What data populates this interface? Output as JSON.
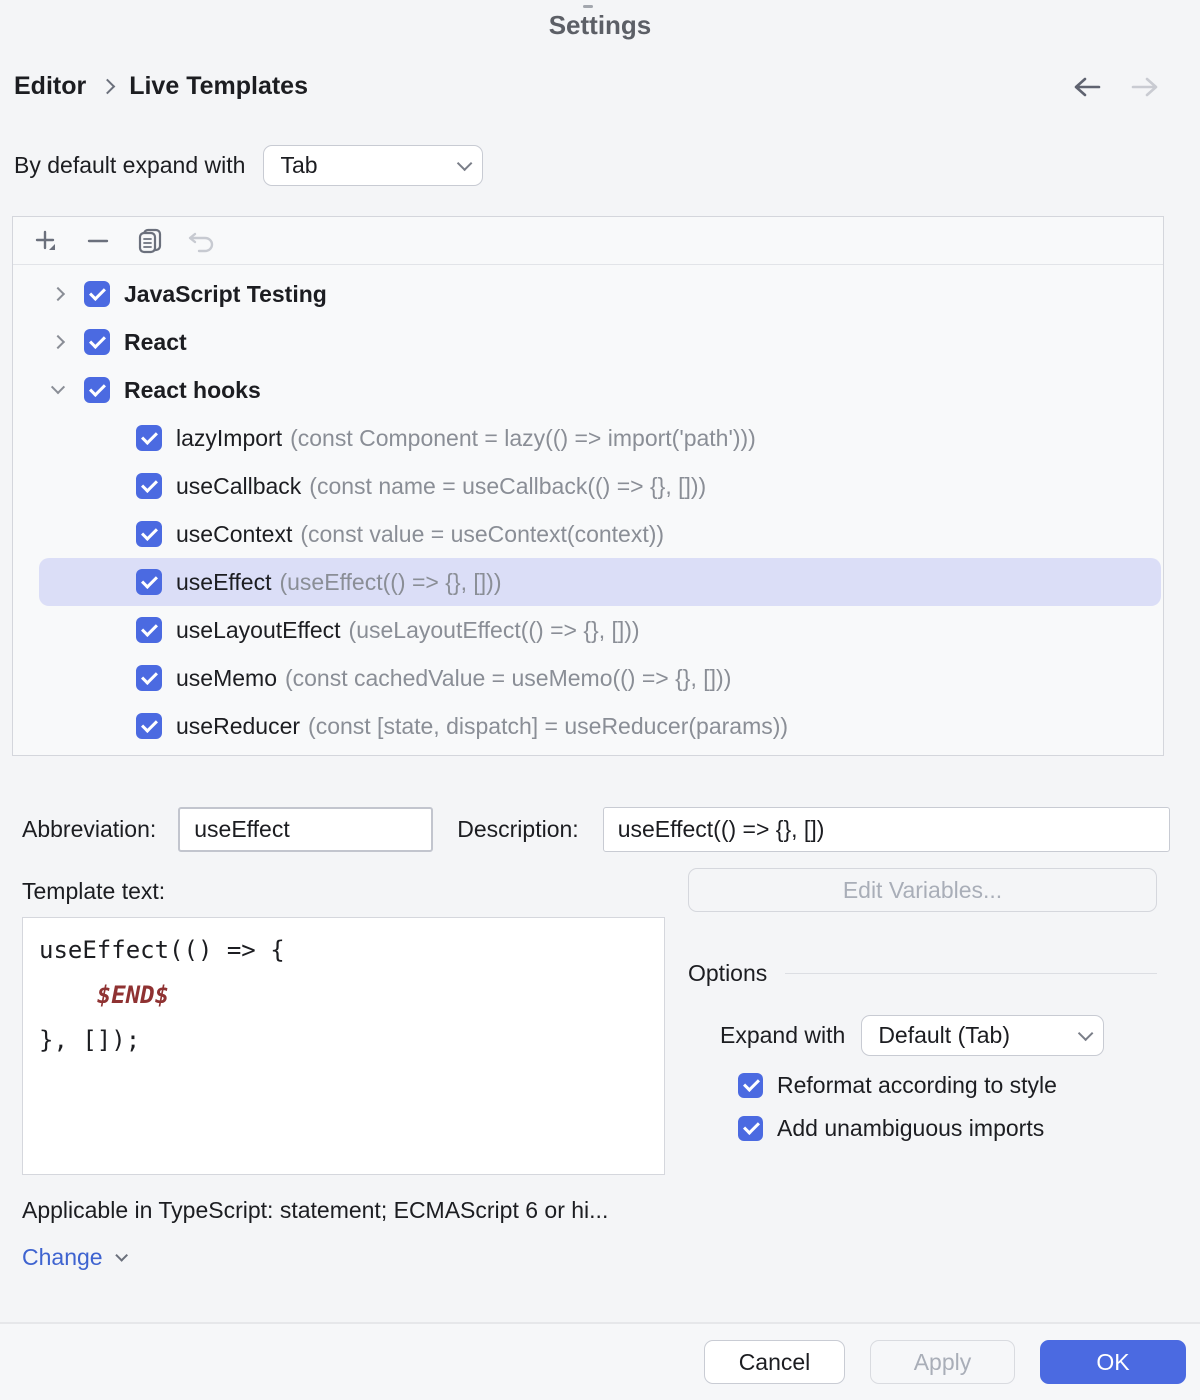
{
  "window": {
    "title": "Settings"
  },
  "breadcrumb": {
    "items": [
      "Editor",
      "Live Templates"
    ]
  },
  "default_expand": {
    "label": "By default expand with",
    "value": "Tab"
  },
  "tree": {
    "groups": [
      {
        "label": "JavaScript Testing",
        "checked": true,
        "expanded": false
      },
      {
        "label": "React",
        "checked": true,
        "expanded": false
      },
      {
        "label": "React hooks",
        "checked": true,
        "expanded": true
      }
    ],
    "children": [
      {
        "name": "lazyImport",
        "desc": "(const Component = lazy(() => import('path')))",
        "checked": true,
        "selected": false
      },
      {
        "name": "useCallback",
        "desc": "(const name = useCallback(() => {}, []))",
        "checked": true,
        "selected": false
      },
      {
        "name": "useContext",
        "desc": "(const value = useContext(context))",
        "checked": true,
        "selected": false
      },
      {
        "name": "useEffect",
        "desc": "(useEffect(() => {}, []))",
        "checked": true,
        "selected": true
      },
      {
        "name": "useLayoutEffect",
        "desc": "(useLayoutEffect(() => {}, []))",
        "checked": true,
        "selected": false
      },
      {
        "name": "useMemo",
        "desc": "(const cachedValue = useMemo(() => {}, []))",
        "checked": true,
        "selected": false
      },
      {
        "name": "useReducer",
        "desc": "(const [state, dispatch] = useReducer(params))",
        "checked": true,
        "selected": false
      }
    ]
  },
  "form": {
    "abbreviation_label": "Abbreviation:",
    "abbreviation_value": "useEffect",
    "description_label": "Description:",
    "description_value": "useEffect(() => {}, [])",
    "template_label": "Template text:",
    "template": {
      "before": "useEffect(() => {\n    ",
      "variable": "$END$",
      "after": "\n}, []);"
    },
    "edit_variables_label": "Edit Variables...",
    "options_title": "Options",
    "expand_with_label": "Expand with",
    "expand_with_value": "Default (Tab)",
    "option_checkboxes": [
      {
        "label": "Reformat according to style",
        "checked": true
      },
      {
        "label": "Add unambiguous imports",
        "checked": true
      }
    ],
    "applicable_text": "Applicable in TypeScript: statement; ECMAScript 6 or hi...",
    "change_label": "Change"
  },
  "footer": {
    "cancel_label": "Cancel",
    "apply_label": "Apply",
    "ok_label": "OK"
  },
  "colors": {
    "accent_blue": "#4B6AE1",
    "selection_row": "#DBDEF7",
    "link_blue": "#3E63D0",
    "template_variable_red": "#8F3232"
  }
}
